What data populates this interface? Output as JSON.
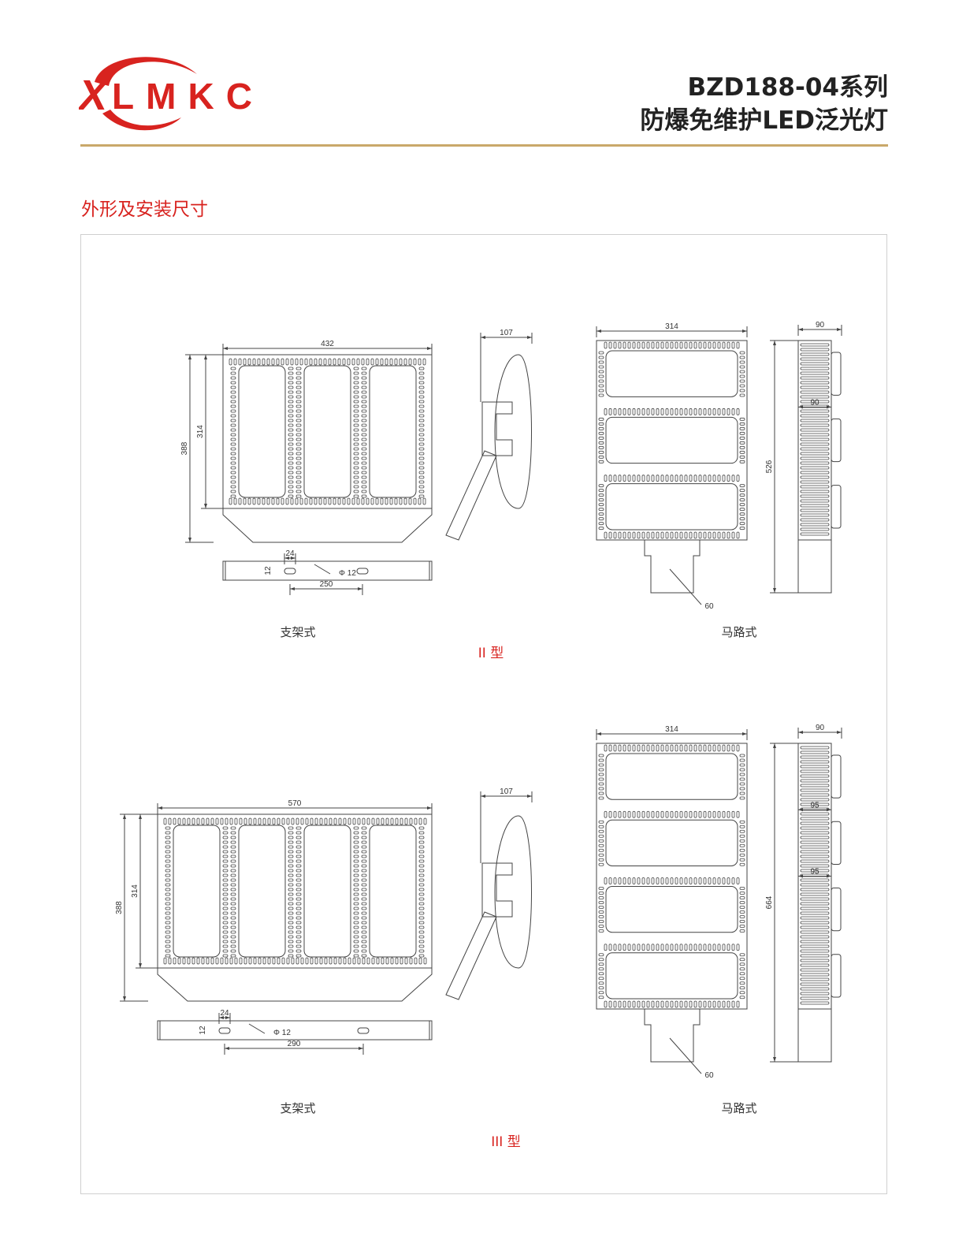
{
  "header": {
    "logo_text": "XLMKC",
    "title_line1": "BZD188-04系列",
    "title_line2": "防爆免维护LED泛光灯",
    "accent_color": "#d8231f",
    "rule_color": "#c9a86a"
  },
  "section_title": "外形及安装尺寸",
  "type2": {
    "label": "II 型",
    "bracket": {
      "label": "支架式",
      "width": "432",
      "height": "388",
      "inner_height": "314",
      "depth": "107",
      "slot_w": "24",
      "slot_h": "12",
      "hole": "Φ 12",
      "hole_spacing": "250"
    },
    "road": {
      "label": "马路式",
      "width": "314",
      "length": "526",
      "depth": "90",
      "fin": "90",
      "pole": "60"
    }
  },
  "type3": {
    "label": "III 型",
    "bracket": {
      "label": "支架式",
      "width": "570",
      "height": "388",
      "inner_height": "314",
      "depth": "107",
      "slot_w": "24",
      "slot_h": "12",
      "hole": "Φ 12",
      "hole_spacing": "290"
    },
    "road": {
      "label": "马路式",
      "width": "314",
      "length": "664",
      "depth": "90",
      "fin1": "95",
      "fin2": "95",
      "pole": "60"
    }
  }
}
